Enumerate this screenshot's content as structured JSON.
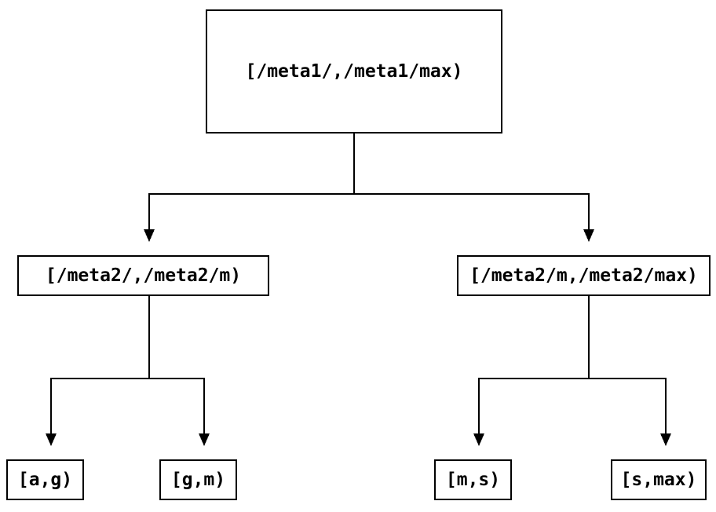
{
  "diagram": {
    "type": "tree",
    "root": {
      "label": "[/meta1/,/meta1/max)",
      "children": [
        {
          "label": "[/meta2/,/meta2/m)",
          "children": [
            {
              "label": "[a,g)"
            },
            {
              "label": "[g,m)"
            }
          ]
        },
        {
          "label": "[/meta2/m,/meta2/max)",
          "children": [
            {
              "label": "[m,s)"
            },
            {
              "label": "[s,max)"
            }
          ]
        }
      ]
    },
    "colors": {
      "background": "#ffffff",
      "line": "#000000",
      "box_border": "#000000",
      "text": "#000000"
    }
  }
}
